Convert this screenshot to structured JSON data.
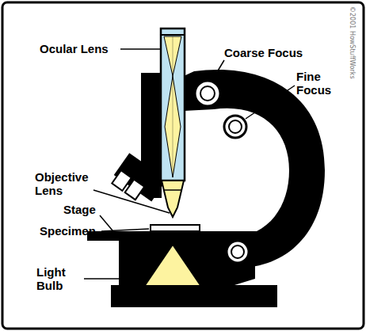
{
  "diagram": {
    "labels": [
      "Ocular Lens",
      "Coarse Focus",
      "Fine Focus",
      "Objective Lens",
      "Stage",
      "Specimen",
      "Light Bulb",
      "©2001 HowStuffWorks"
    ]
  }
}
